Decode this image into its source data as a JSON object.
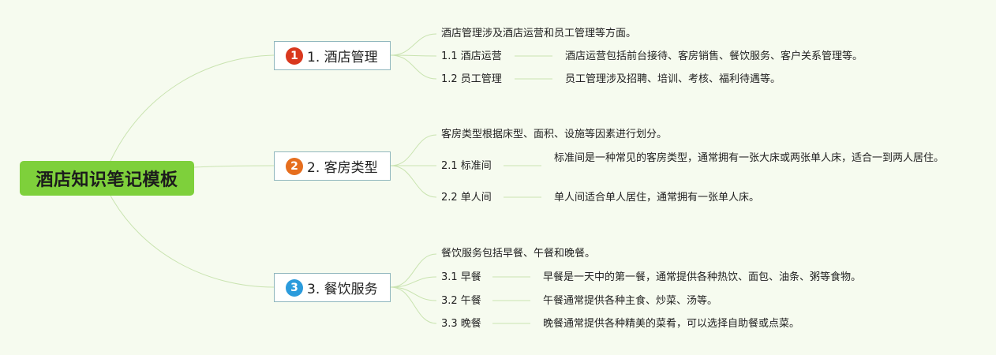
{
  "root": {
    "label": "酒店知识笔记模板"
  },
  "colors": {
    "background": "#f6fbef",
    "root_fill": "#7ed03b",
    "connector": "#c9e3b0",
    "topic_border": "#8fb6bd"
  },
  "topics": [
    {
      "badge": "1",
      "badge_color": "#d9381e",
      "label": "1. 酒店管理",
      "summary": "酒店管理涉及酒店运营和员工管理等方面。",
      "items": [
        {
          "label": "1.1 酒店运营",
          "detail": "酒店运营包括前台接待、客房销售、餐饮服务、客户关系管理等。"
        },
        {
          "label": "1.2 员工管理",
          "detail": "员工管理涉及招聘、培训、考核、福利待遇等。"
        }
      ]
    },
    {
      "badge": "2",
      "badge_color": "#e66e1e",
      "label": "2. 客房类型",
      "summary": "客房类型根据床型、面积、设施等因素进行划分。",
      "items": [
        {
          "label": "2.1 标准间",
          "detail": "标准间是一种常见的客房类型，通常拥有一张大床或两张单人床，适合一到两人居住。"
        },
        {
          "label": "2.2 单人间",
          "detail": "单人间适合单人居住，通常拥有一张单人床。"
        }
      ]
    },
    {
      "badge": "3",
      "badge_color": "#2b9bdc",
      "label": "3. 餐饮服务",
      "summary": "餐饮服务包括早餐、午餐和晚餐。",
      "items": [
        {
          "label": "3.1 早餐",
          "detail": "早餐是一天中的第一餐，通常提供各种热饮、面包、油条、粥等食物。"
        },
        {
          "label": "3.2 午餐",
          "detail": "午餐通常提供各种主食、炒菜、汤等。"
        },
        {
          "label": "3.3 晚餐",
          "detail": "晚餐通常提供各种精美的菜肴，可以选择自助餐或点菜。"
        }
      ]
    }
  ]
}
